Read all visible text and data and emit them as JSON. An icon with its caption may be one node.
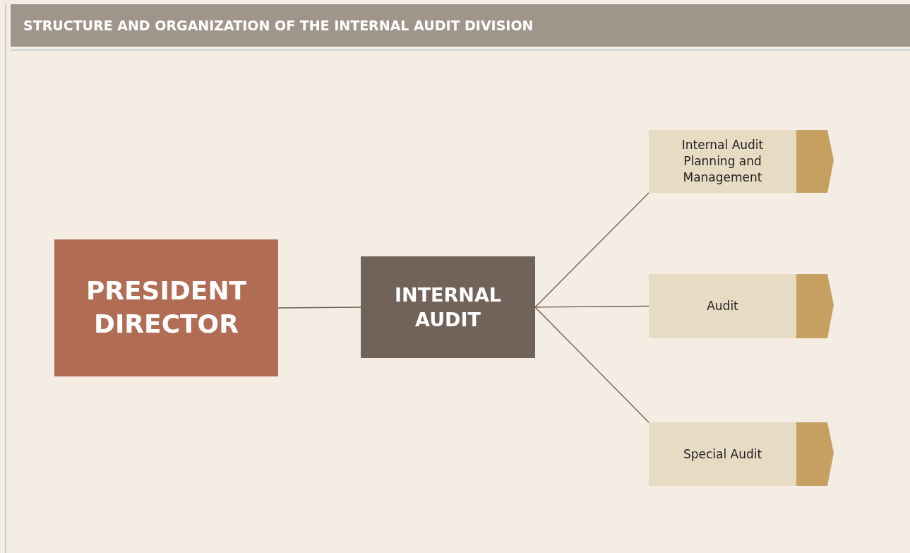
{
  "diagram": {
    "title": "STRUCTURE AND ORGANIZATION OF THE INTERNAL AUDIT DIVISION",
    "nodes": [
      {
        "text": [
          "PRESIDENT DIRECTOR"
        ]
      },
      {
        "text": [
          "INTERNAL AUDIT"
        ]
      },
      {
        "text": [
          "Internal Audit Planning and Management"
        ]
      },
      {
        "text": [
          "Audit"
        ]
      },
      {
        "text": [
          "Special Audit"
        ]
      }
    ],
    "edges": [
      {
        "from": 0,
        "to": 1,
        "arrow": "none"
      },
      {
        "from": 1,
        "to": 2,
        "arrow": "none"
      },
      {
        "from": 1,
        "to": 3,
        "arrow": "none"
      },
      {
        "from": 1,
        "to": 4,
        "arrow": "none"
      }
    ]
  }
}
